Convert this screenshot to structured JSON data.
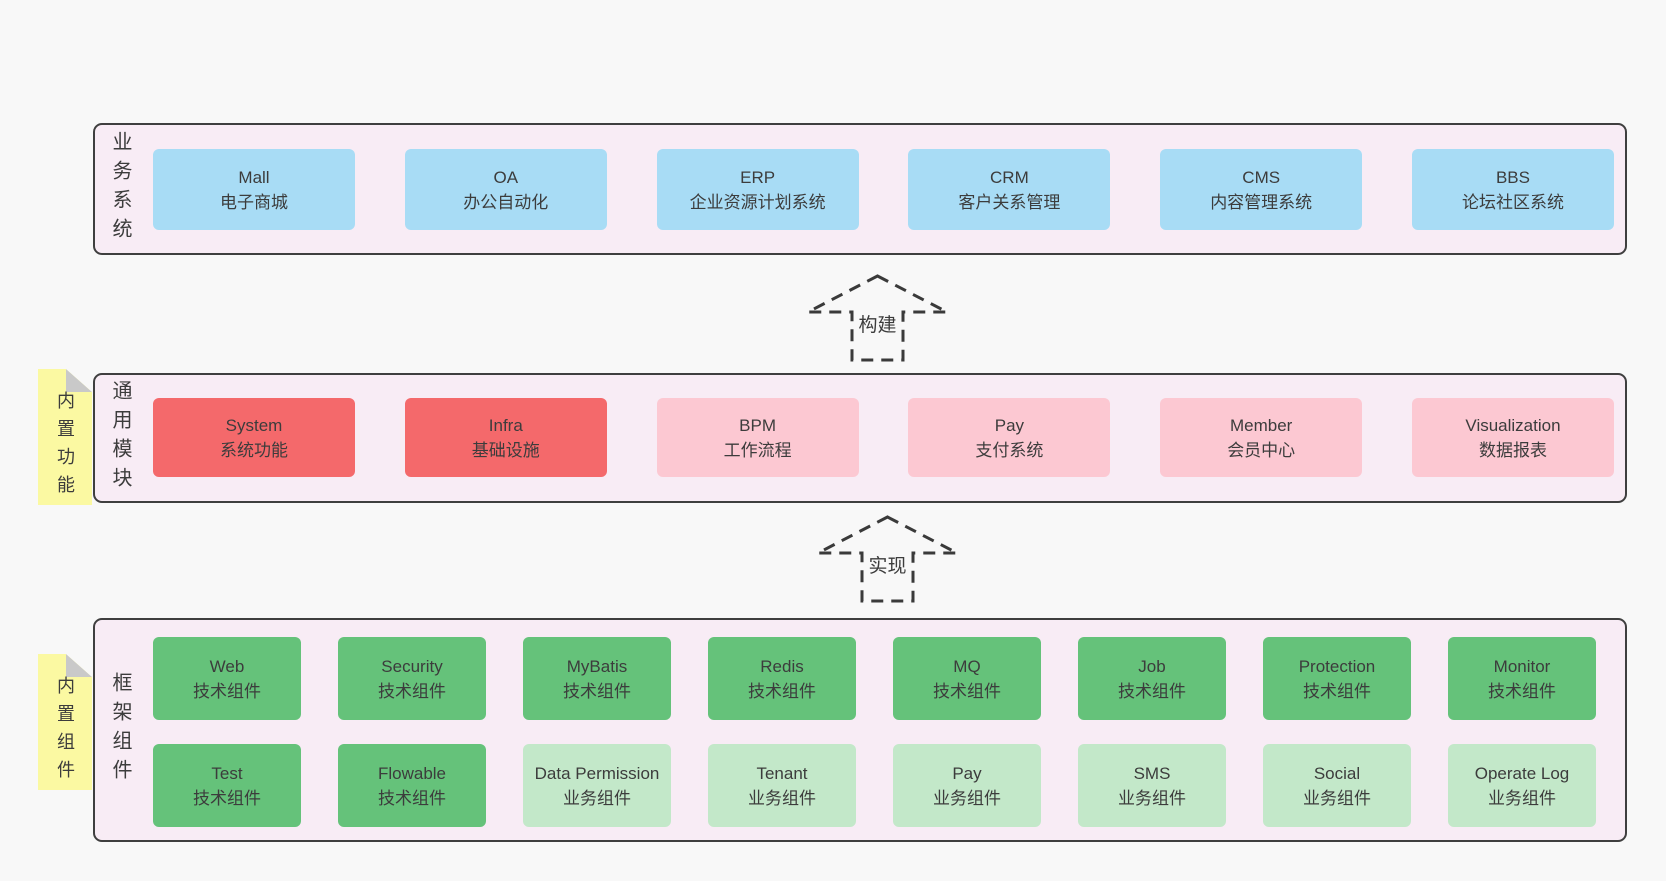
{
  "colors": {
    "page": "#f8f8f8",
    "band-bg": "#f8ecf5",
    "line": "#3f3f3f",
    "text": "#3c3c3c",
    "blue": "#a8dcf5",
    "red": "#f4696b",
    "pink": "#fcc8d2",
    "green": "#65c27a",
    "lightgreen": "#c3e8c9",
    "note": "#fbf9a2",
    "fold": "#c9c9c9",
    "dash": "#3a3a3a"
  },
  "arrows": [
    {
      "label": "构建"
    },
    {
      "label": "实现"
    }
  ],
  "bands": [
    {
      "label": "业务系统",
      "boxes": [
        {
          "title": "Mall",
          "subtitle": "电子商城",
          "variant": "blue"
        },
        {
          "title": "OA",
          "subtitle": "办公自动化",
          "variant": "blue"
        },
        {
          "title": "ERP",
          "subtitle": "企业资源计划系统",
          "variant": "blue"
        },
        {
          "title": "CRM",
          "subtitle": "客户关系管理",
          "variant": "blue"
        },
        {
          "title": "CMS",
          "subtitle": "内容管理系统",
          "variant": "blue"
        },
        {
          "title": "BBS",
          "subtitle": "论坛社区系统",
          "variant": "blue"
        }
      ]
    },
    {
      "label": "通用模块",
      "note": "内置功能",
      "boxes": [
        {
          "title": "System",
          "subtitle": "系统功能",
          "variant": "red"
        },
        {
          "title": "Infra",
          "subtitle": "基础设施",
          "variant": "red"
        },
        {
          "title": "BPM",
          "subtitle": "工作流程",
          "variant": "pink"
        },
        {
          "title": "Pay",
          "subtitle": "支付系统",
          "variant": "pink"
        },
        {
          "title": "Member",
          "subtitle": "会员中心",
          "variant": "pink"
        },
        {
          "title": "Visualization",
          "subtitle": "数据报表",
          "variant": "pink"
        }
      ]
    },
    {
      "label": "框架组件",
      "note": "内置组件",
      "rows": [
        [
          {
            "title": "Web",
            "subtitle": "技术组件",
            "variant": "green"
          },
          {
            "title": "Security",
            "subtitle": "技术组件",
            "variant": "green"
          },
          {
            "title": "MyBatis",
            "subtitle": "技术组件",
            "variant": "green"
          },
          {
            "title": "Redis",
            "subtitle": "技术组件",
            "variant": "green"
          },
          {
            "title": "MQ",
            "subtitle": "技术组件",
            "variant": "green"
          },
          {
            "title": "Job",
            "subtitle": "技术组件",
            "variant": "green"
          },
          {
            "title": "Protection",
            "subtitle": "技术组件",
            "variant": "green"
          },
          {
            "title": "Monitor",
            "subtitle": "技术组件",
            "variant": "green"
          }
        ],
        [
          {
            "title": "Test",
            "subtitle": "技术组件",
            "variant": "green"
          },
          {
            "title": "Flowable",
            "subtitle": "技术组件",
            "variant": "green"
          },
          {
            "title": "Data Permission",
            "subtitle": "业务组件",
            "variant": "lightgreen"
          },
          {
            "title": "Tenant",
            "subtitle": "业务组件",
            "variant": "lightgreen"
          },
          {
            "title": "Pay",
            "subtitle": "业务组件",
            "variant": "lightgreen"
          },
          {
            "title": "SMS",
            "subtitle": "业务组件",
            "variant": "lightgreen"
          },
          {
            "title": "Social",
            "subtitle": "业务组件",
            "variant": "lightgreen"
          },
          {
            "title": "Operate Log",
            "subtitle": "业务组件",
            "variant": "lightgreen"
          }
        ]
      ]
    }
  ]
}
